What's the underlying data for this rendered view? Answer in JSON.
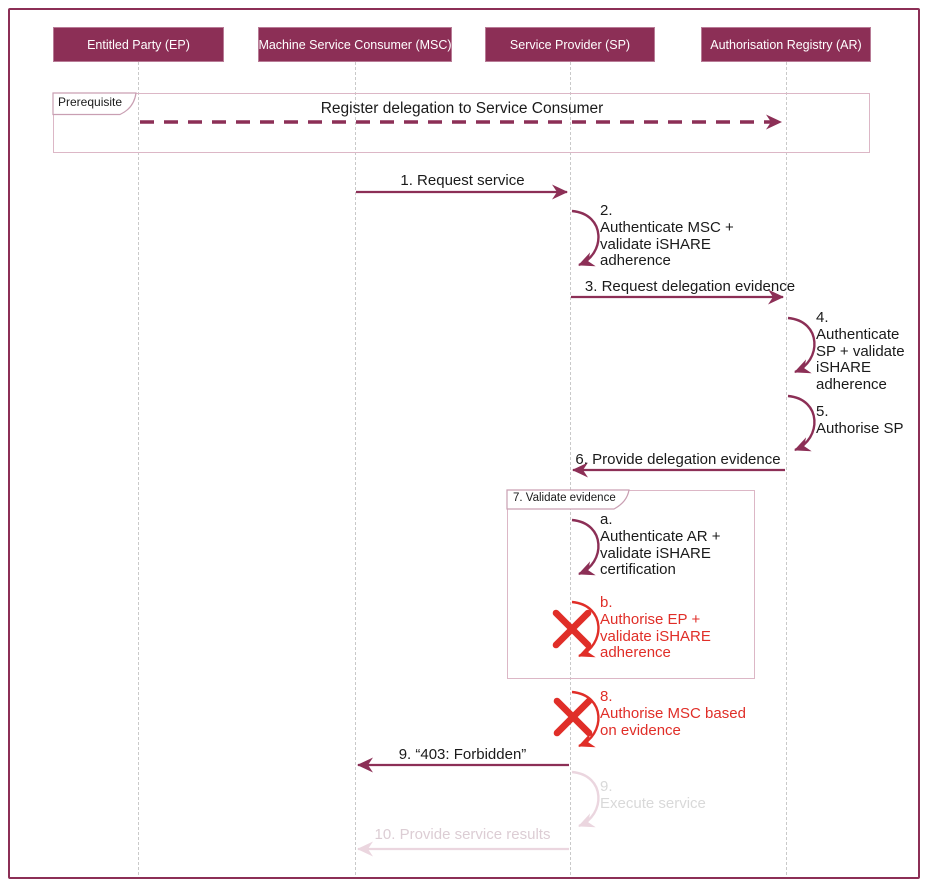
{
  "colors": {
    "maroon": "#8C2F56",
    "red": "#E02E28",
    "frame_border": "#DCB7C6",
    "lifeline_gray": "#C9C9C9",
    "faded_arrow_pink": "#EBD6DF",
    "faded_text_gray": "#D9D9D9",
    "faded_text_pink": "#DCCDD4"
  },
  "actors": [
    {
      "id": "ep",
      "label": "Entitled Party (EP)"
    },
    {
      "id": "msc",
      "label": "Machine Service Consumer (MSC)"
    },
    {
      "id": "sp",
      "label": "Service Provider (SP)"
    },
    {
      "id": "ar",
      "label": "Authorisation Registry (AR)"
    }
  ],
  "frames": {
    "prerequisite": {
      "label": "Prerequisite"
    },
    "validate_evidence": {
      "label": "7. Validate evidence"
    }
  },
  "messages": {
    "register": "Register delegation to Service Consumer",
    "m1": "1. Request service",
    "m3": "3. Request delegation evidence",
    "m6": "6. Provide delegation evidence",
    "m9": "9. “403: Forbidden”",
    "m10": "10. Provide service results"
  },
  "self_messages": {
    "s2": "2.\nAuthenticate MSC +\nvalidate iSHARE\nadherence",
    "s4": "4.\nAuthenticate\nSP + validate\niSHARE\nadherence",
    "s5": "5.\nAuthorise SP",
    "sa": "a.\nAuthenticate AR +\nvalidate iSHARE\ncertification",
    "sb": "b.\nAuthorise EP +\nvalidate iSHARE\nadherence",
    "s8": "8.\nAuthorise MSC based\non evidence",
    "s9": "9.\nExecute service"
  }
}
